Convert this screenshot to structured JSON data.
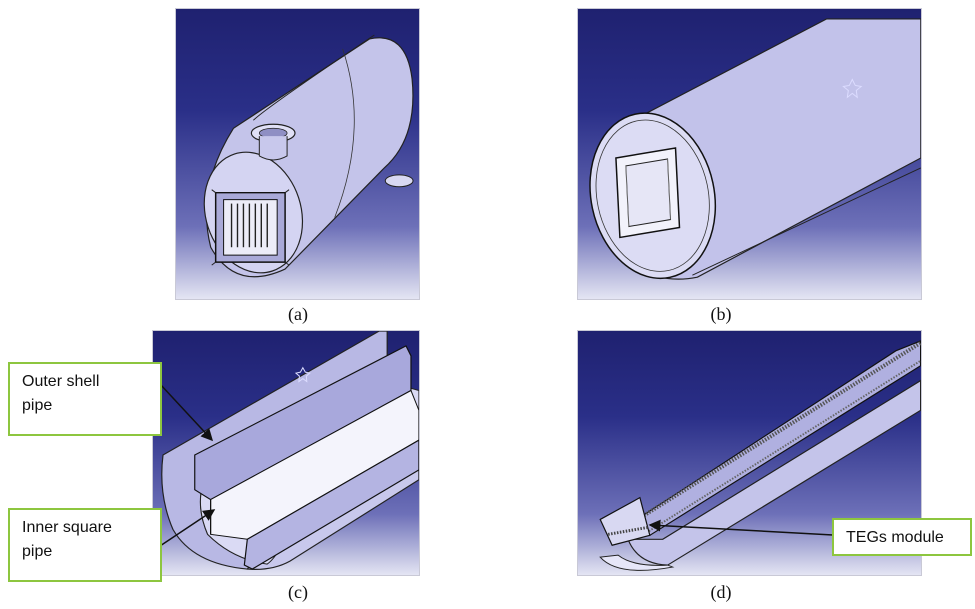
{
  "captions": {
    "a": "(a)",
    "b": "(b)",
    "c": "(c)",
    "d": "(d)"
  },
  "callouts": {
    "outer_shell_line1": "Outer shell",
    "outer_shell_line2": "pipe",
    "inner_square_line1": "Inner square",
    "inner_square_line2": "pipe",
    "tegs_module": "TEGs module"
  },
  "colors": {
    "background_top": "#1f2170",
    "background_bottom": "#e4e5f3",
    "part_surface": "#bdbde6",
    "callout_border": "#8dc63f"
  },
  "icons": {
    "compass": "compass-icon"
  }
}
